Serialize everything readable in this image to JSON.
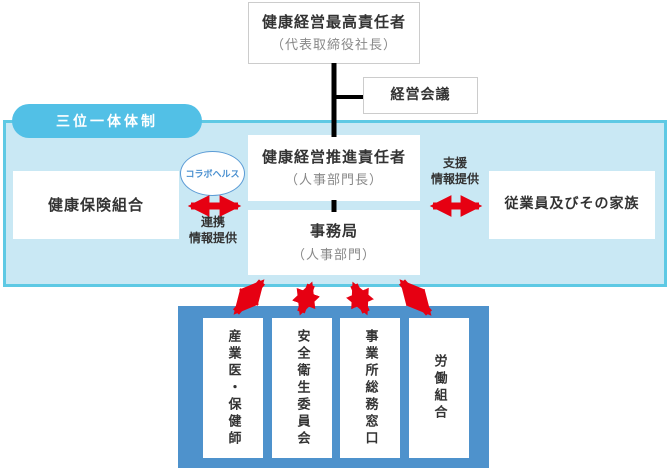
{
  "diagram": {
    "top_box": {
      "title": "健康経営最高責任者",
      "subtitle": "（代表取締役社長）"
    },
    "management_meeting_label": "経営会議",
    "trinity_badge_label": "三位一体体制",
    "promoter_box": {
      "title": "健康経営推進責任者",
      "subtitle": "（人事部門長）"
    },
    "secretariat_box": {
      "title": "事務局",
      "subtitle": "（人事部門）"
    },
    "insurance_box_label": "健康保険組合",
    "employees_box_label": "従業員及びその家族",
    "collabo_health_label": "コラボヘルス",
    "left_arrow_label": {
      "line1": "連携",
      "line2": "情報提供"
    },
    "right_arrow_label": {
      "line1": "支援",
      "line2": "情報提供"
    },
    "bottom_groups": [
      {
        "label": "産業医・保健師"
      },
      {
        "label": "安全衛生委員会"
      },
      {
        "label": "事業所総務窓口"
      },
      {
        "label": "労働組合"
      }
    ],
    "colors": {
      "region_fill": "#c9e8f4",
      "region_border": "#5ec9e4",
      "badge_fill": "#52c0e6",
      "bottom_panel_fill": "#4e92cc",
      "arrow_red": "#e60012",
      "connector_black": "#000000",
      "collabo_blue": "#4a90d0"
    }
  }
}
